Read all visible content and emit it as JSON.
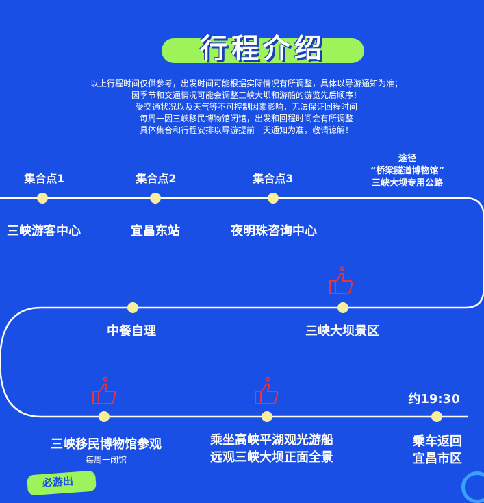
{
  "title": "行程介绍",
  "notes": [
    "以上行程时间仅供参考，出发时间可能根据实际情况有所调整，具体以导游通知为准；",
    "因季节和交通情况可能会调整三峡大坝和游船的游览先后顺序！",
    "受交通状况以及天气等不可控制因素影响，无法保证回程时间",
    "每周一因三峡移民博物馆闭馆，出发和回程时间会有所调整",
    "具体集合和行程安排以导游提前一天通知为准，敬请谅解！"
  ],
  "row1": {
    "meet1_label": "集合点1",
    "meet1_place": "三峡游客中心",
    "meet2_label": "集合点2",
    "meet2_place": "宜昌东站",
    "meet3_label": "集合点3",
    "meet3_place": "夜明珠咨询中心",
    "via_title": "途径",
    "via_line1": "“桥梁隧道博物馆”",
    "via_line2": "三峡大坝专用公路"
  },
  "row2": {
    "lunch": "中餐自理",
    "dam": "三峡大坝景区"
  },
  "row3": {
    "museum": "三峡移民博物馆参观",
    "museum_note": "每周一闭馆",
    "cruise_line1": "乘坐高峡平湖观光游船",
    "cruise_line2": "远观三峡大坝正面全景",
    "time": "约19:30",
    "return_line1": "乘车返回",
    "return_line2": "宜昌市区"
  },
  "bottom_badge": "必游出",
  "colors": {
    "background": "#1a4fe6",
    "pill": "#9ef25a",
    "dot": "#f7ef9e",
    "thumb": "#e8343a"
  }
}
